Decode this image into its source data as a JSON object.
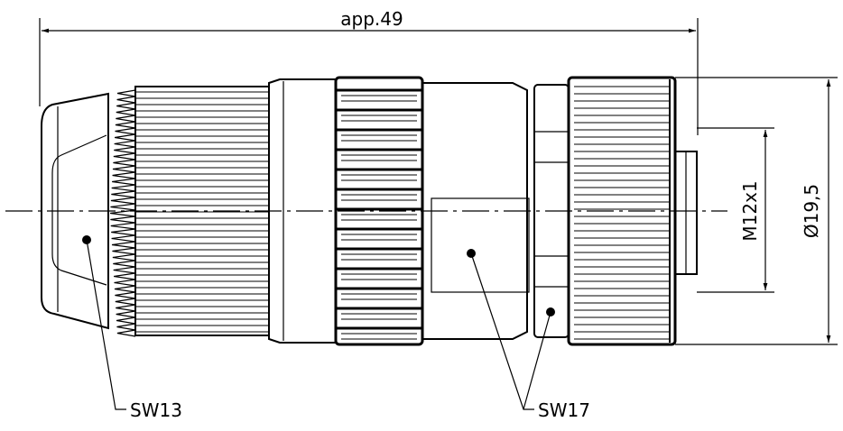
{
  "dimensions": {
    "overall_length": "app.49",
    "thread": "M12x1",
    "diameter": "Ø19,5"
  },
  "callouts": {
    "left_wrench": "SW13",
    "right_wrench": "SW17"
  }
}
